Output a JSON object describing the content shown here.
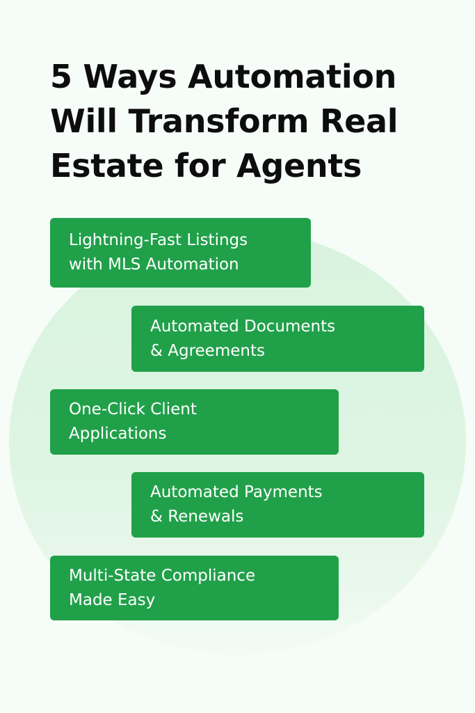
{
  "title": "5 Ways Automation Will Transform Real Estate for Agents",
  "colors": {
    "background": "#f6fcf7",
    "circle": "#dcf4e1",
    "card": "#21a04a",
    "card_text": "#ffffff",
    "title_text": "#0d0d0d"
  },
  "items": [
    {
      "label": "Lightning-Fast Listings\nwith MLS Automation"
    },
    {
      "label": "Automated Documents\n& Agreements"
    },
    {
      "label": "One-Click Client\nApplications"
    },
    {
      "label": "Automated Payments\n& Renewals"
    },
    {
      "label": "Multi-State Compliance\nMade Easy"
    }
  ]
}
